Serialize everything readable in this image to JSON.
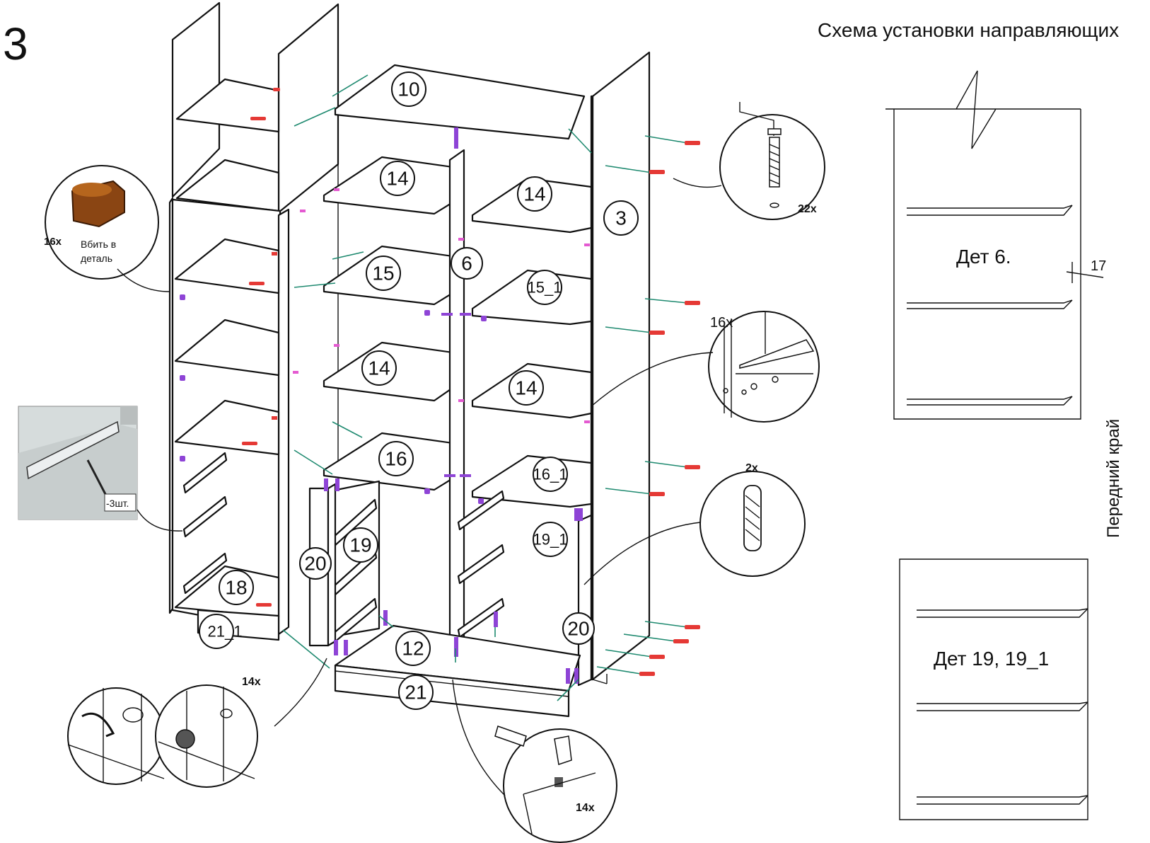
{
  "step_number": "3",
  "guides_title": "Схема установки направляющих",
  "front_edge_label": "Передний край",
  "detail_6_label": "Дет 6.",
  "detail_19_label": "Дет 19, 19_1",
  "dimension_17": "17",
  "callouts": {
    "eccentric_count": "16x",
    "eccentric_text_line1": "Вбить в",
    "eccentric_text_line2": "деталь",
    "confirmat_count": "22x",
    "shelf_support_count": "16x",
    "dowel_count": "2x",
    "rail_screws": "-3шт.",
    "cam_count": "14x",
    "nail_count": "14x"
  },
  "parts": {
    "p10": "10",
    "p14a": "14",
    "p14b": "14",
    "p14c": "14",
    "p14d": "14",
    "p3": "3",
    "p6": "6",
    "p15": "15",
    "p15_1": "15_1",
    "p16": "16",
    "p16_1": "16_1",
    "p19": "19",
    "p19_1": "19_1",
    "p20a": "20",
    "p20b": "20",
    "p18": "18",
    "p21_1": "21_1",
    "p12": "12",
    "p21": "21"
  },
  "colors": {
    "line": "#111111",
    "connector": "#1f8a70",
    "screw": "#e53935",
    "pin": "#e45ad1",
    "cam": "#8e44d6",
    "wall": "#d6dcdc"
  }
}
